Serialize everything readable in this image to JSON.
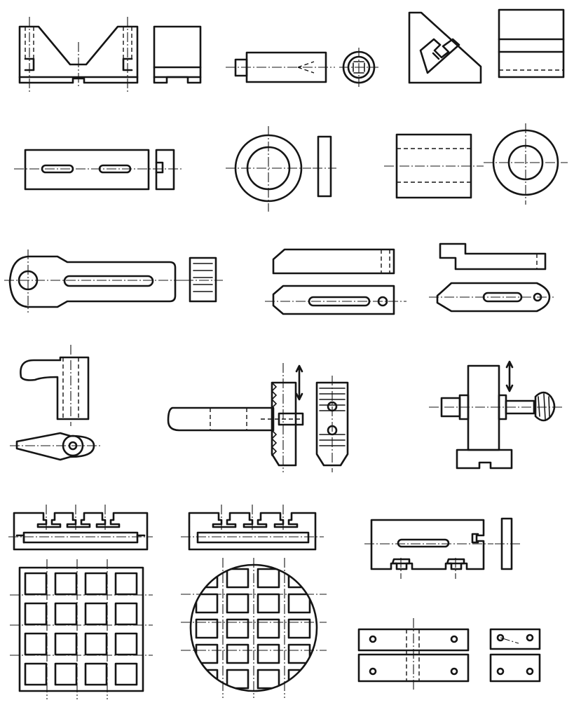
{
  "sheet": {
    "colors": {
      "ink": "#151515",
      "paper": "#ffffff"
    },
    "parts": [
      "v-block",
      "v-block-side-view",
      "screw-support",
      "screw-support-end-view",
      "angle-plate",
      "angle-plate-side-view",
      "parallel-bar-slotted",
      "parallel-bar-end-view",
      "ring-washer",
      "ring-washer-side-view",
      "cylinder-sleeve",
      "cylinder-sleeve-end-view",
      "eye-clamp-strap",
      "eye-clamp-end-view",
      "tapered-clamp",
      "stepped-clamp",
      "gooseneck-clamp",
      "serrated-clamp",
      "screw-jack-clamp",
      "t-slot-table",
      "grid-table-square",
      "round-t-slot-table",
      "grid-table-round",
      "slotted-fixture-plate",
      "fixture-plate-side-view",
      "parallel-block-pair",
      "parallel-block-pair-small"
    ]
  }
}
